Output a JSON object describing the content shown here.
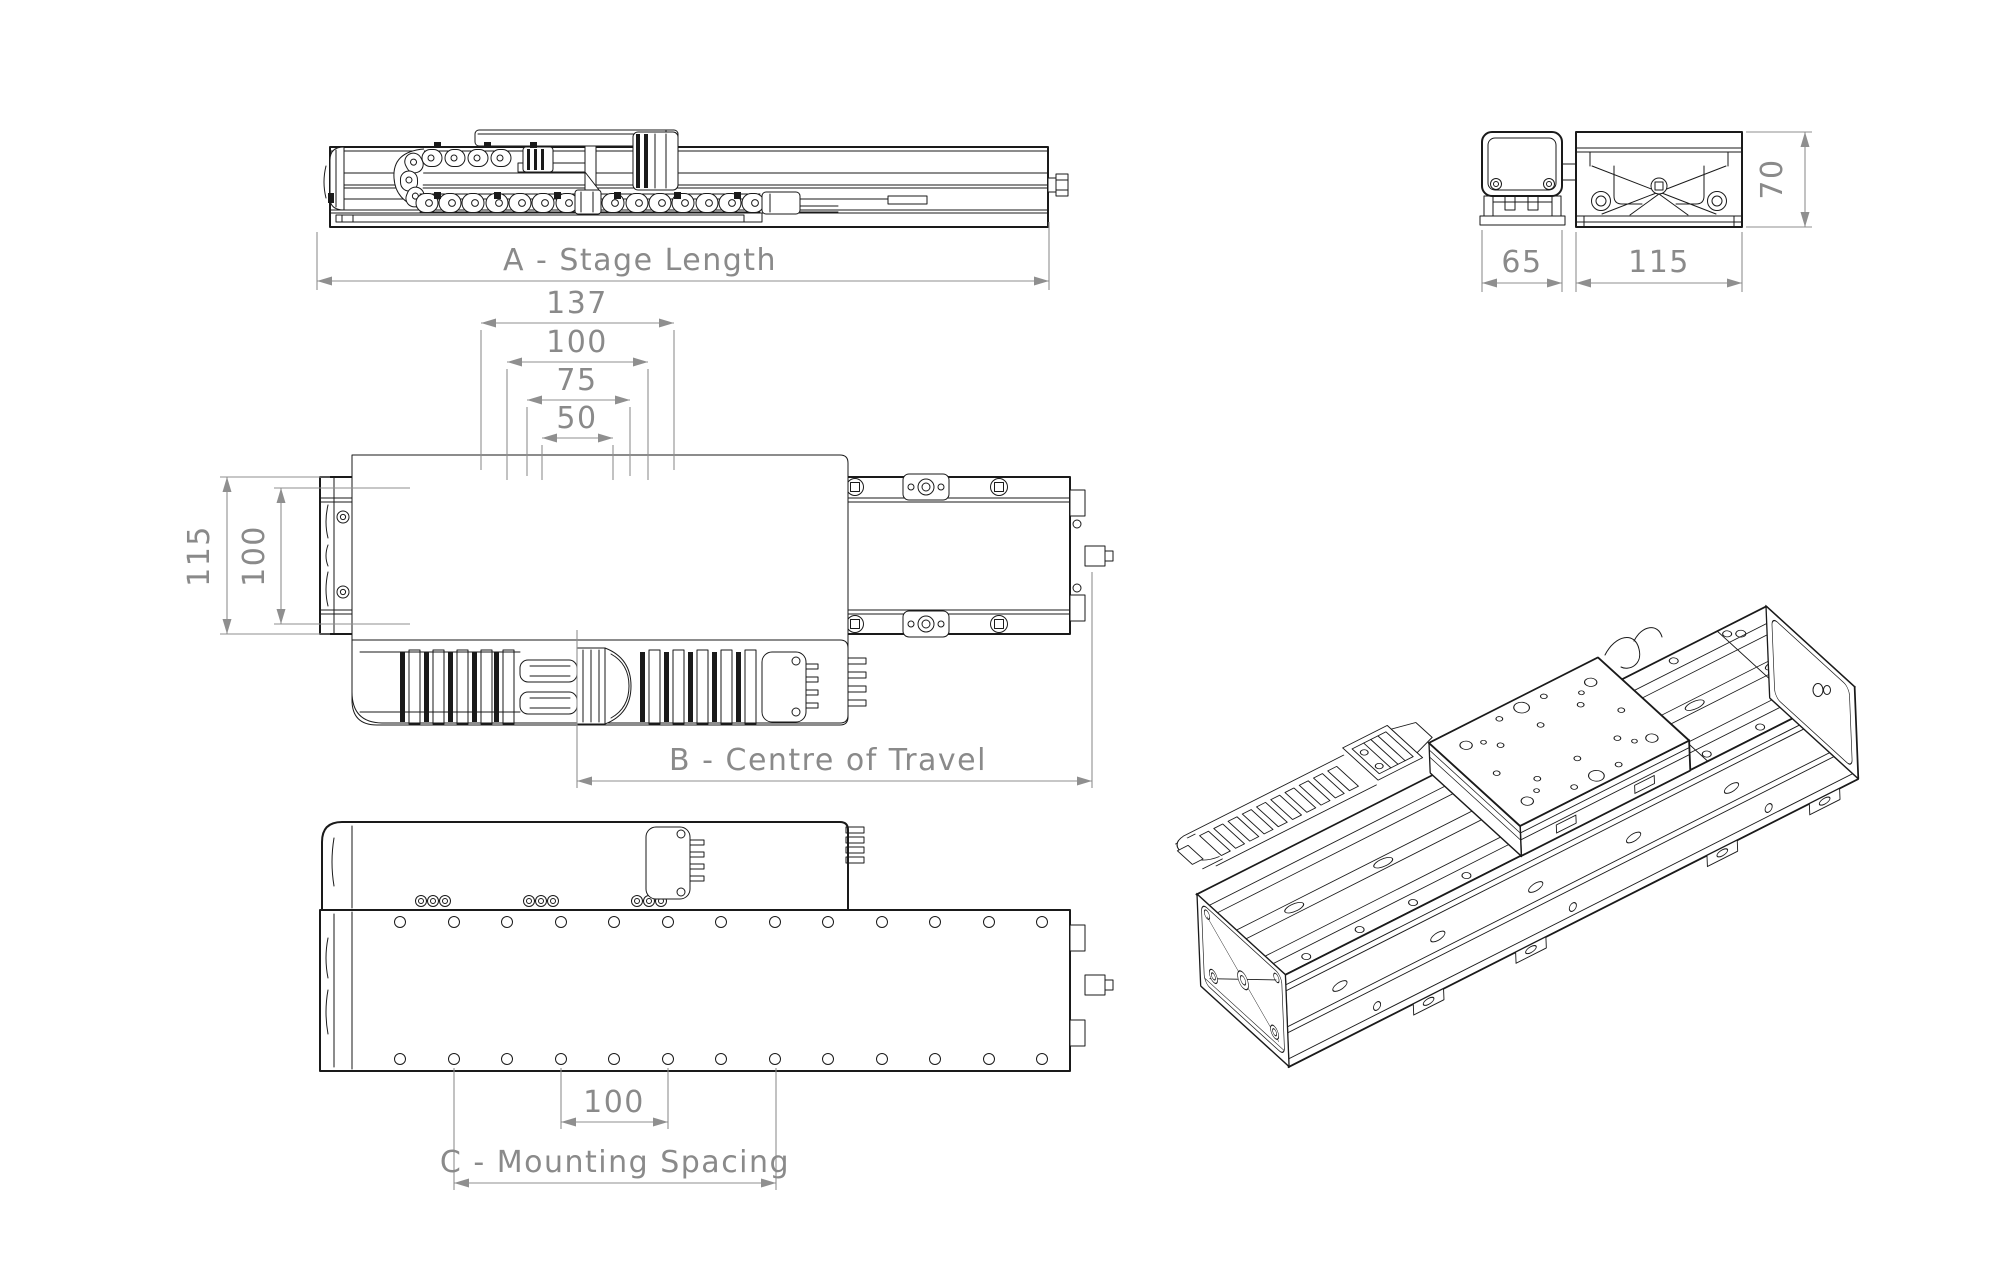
{
  "drawing": {
    "background": "#ffffff",
    "line_color": "#1a1a1a",
    "dimension_color": "#8a8a8a",
    "side_view": {
      "dim_stage_length": "A - Stage Length"
    },
    "end_view": {
      "dim_chain_width": "65",
      "dim_body_width": "115",
      "dim_body_height": "70"
    },
    "plan_view": {
      "dim_plate_length": "137",
      "dim_holes_outer": "100",
      "dim_holes_mid": "75",
      "dim_holes_inner": "50",
      "dim_body_width": "115",
      "dim_hole_rows": "100",
      "dim_centre_of_travel": "B - Centre of Travel"
    },
    "bottom_view": {
      "dim_hole_pitch": "100",
      "dim_mounting_spacing": "C - Mounting Spacing"
    }
  }
}
